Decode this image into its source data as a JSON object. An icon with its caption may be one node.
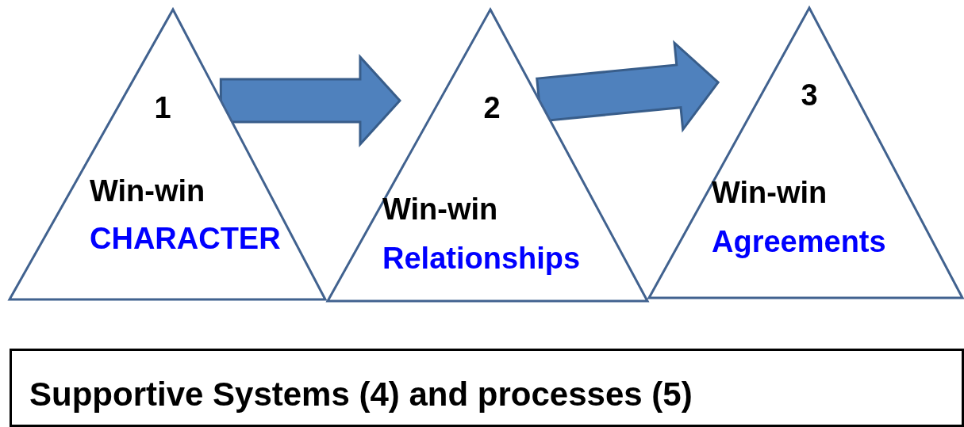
{
  "diagram": {
    "nodes": [
      {
        "text": [
          "1",
          "Win-win",
          "CHARACTER"
        ]
      },
      {
        "text": [
          "2",
          "Win-win",
          "Relationships"
        ]
      },
      {
        "text": [
          "3",
          "Win-win",
          "Agreements"
        ]
      },
      {
        "text": [
          "Supportive Systems (4) and processes (5)"
        ]
      }
    ],
    "edges": [
      {
        "from": 0,
        "to": 1,
        "arrow": "to"
      },
      {
        "from": 1,
        "to": 2,
        "arrow": "to"
      }
    ]
  }
}
